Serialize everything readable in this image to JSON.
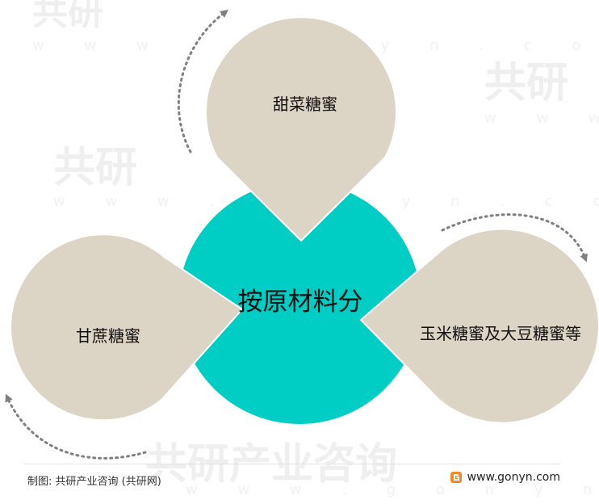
{
  "watermark": {
    "brand": "共研",
    "brand_secondary": "共研产业咨询",
    "url_text": "w w w . g o n y n . c o m"
  },
  "diagram": {
    "center_label": "按原材料分",
    "petals": [
      {
        "id": "top",
        "label": "甜菜糖蜜"
      },
      {
        "id": "left",
        "label": "甘蔗糖蜜"
      },
      {
        "id": "right",
        "label": "玉米糖蜜及大豆糖蜜等"
      }
    ]
  },
  "colors": {
    "center_fill": "#00cdc4",
    "petal_fill": "#dcd4c4",
    "petal_stroke": "#ffffff",
    "arrow": "#7f7f7f"
  },
  "footer": {
    "credit": "制图: 共研产业咨询 (共研网)",
    "site": "www.gonyn.com",
    "logo_icon": "gonyn-logo-icon"
  }
}
